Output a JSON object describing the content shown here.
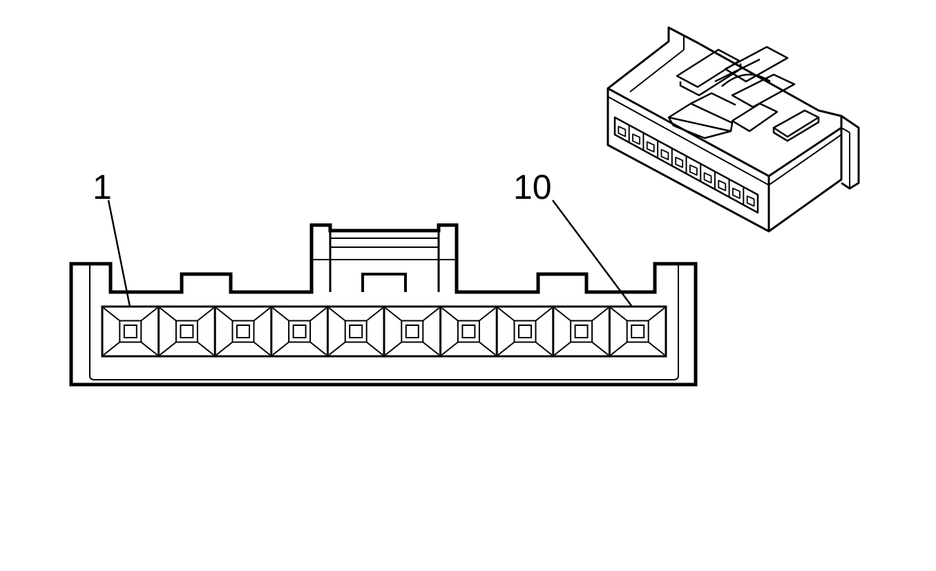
{
  "diagram": {
    "pin_count": 10,
    "labels": {
      "first_pin": "1",
      "last_pin": "10"
    },
    "colors": {
      "stroke": "#000000",
      "background": "#ffffff"
    }
  }
}
